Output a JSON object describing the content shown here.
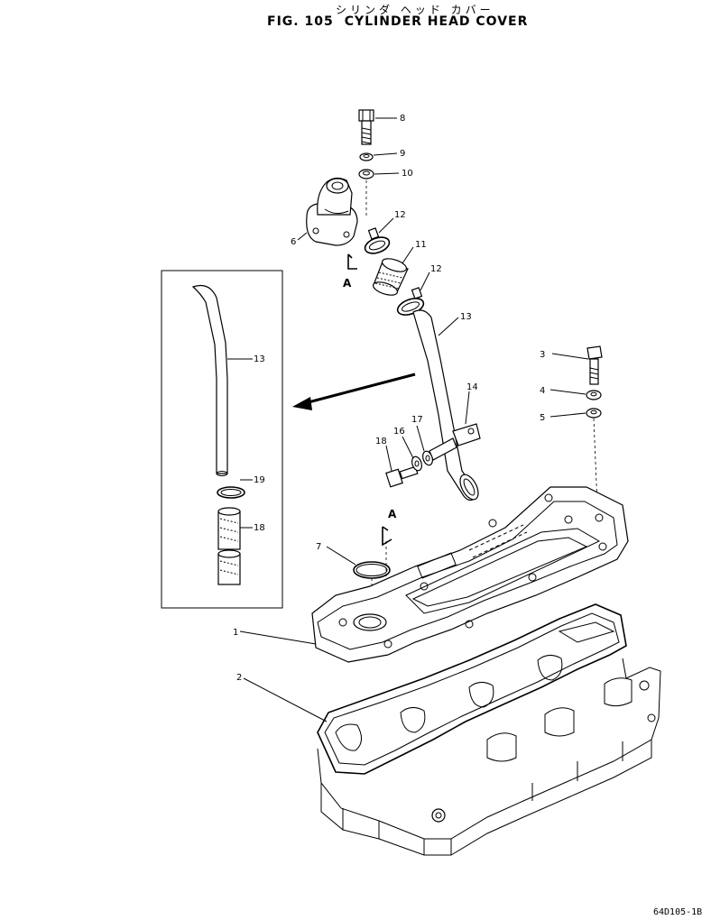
{
  "header": {
    "title_jp": "シリンダ ヘッド カバー",
    "fig_number": "FIG. 105",
    "title_en": "CYLINDER HEAD COVER"
  },
  "footer": {
    "drawing_code": "64D105-1B"
  },
  "callouts": {
    "p1": "1",
    "p2": "2",
    "p3": "3",
    "p4": "4",
    "p5": "5",
    "p6": "6",
    "p7": "7",
    "p8": "8",
    "p9": "9",
    "p10": "10",
    "p11": "11",
    "p12a": "12",
    "p12b": "12",
    "p13": "13",
    "p13b": "13",
    "p14": "14",
    "p16": "16",
    "p17": "17",
    "p18": "18",
    "p18b": "18",
    "p19": "19"
  },
  "view_marks": {
    "a_top": "A",
    "a_cover": "A"
  }
}
